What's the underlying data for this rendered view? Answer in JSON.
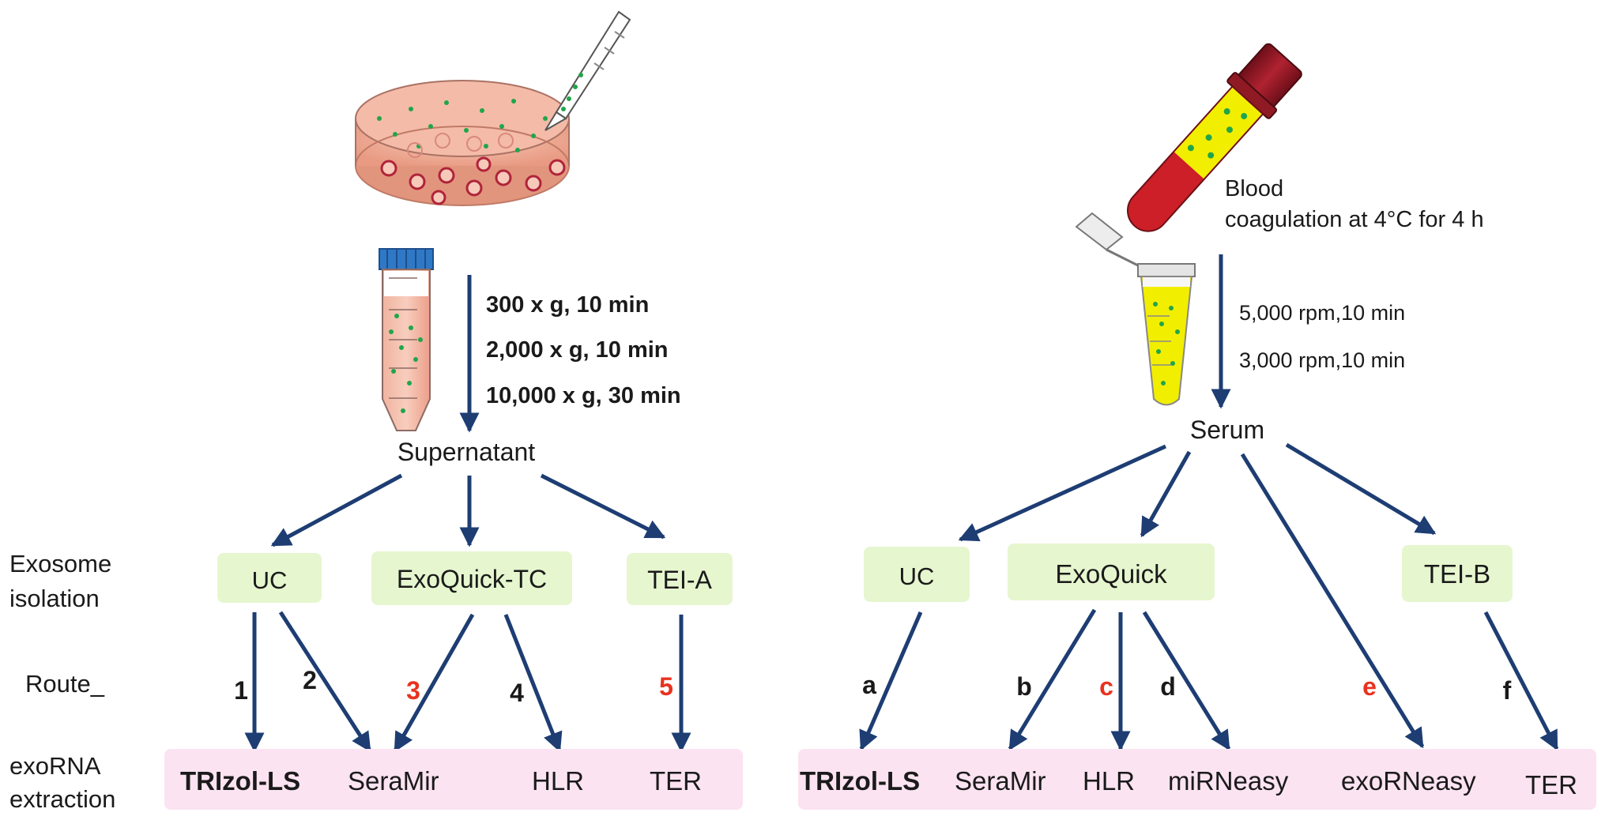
{
  "left": {
    "centrifugation_steps": [
      "300 x g, 10 min",
      "2,000 x g, 10 min",
      "10,000 x g, 30 min"
    ],
    "product": "Supernatant",
    "isolation_methods": [
      "UC",
      "ExoQuick-TC",
      "TEI-A"
    ],
    "routes": [
      {
        "label": "1",
        "highlight": false
      },
      {
        "label": "2",
        "highlight": false
      },
      {
        "label": "3",
        "highlight": true
      },
      {
        "label": "4",
        "highlight": false
      },
      {
        "label": "5",
        "highlight": true
      }
    ],
    "extraction_methods": [
      "TRIzol-LS",
      "SeraMir",
      "HLR",
      "TER"
    ]
  },
  "right": {
    "blood_label": "Blood",
    "coagulation_label": "coagulation at 4°C for 4 h",
    "centrifugation_steps": [
      "5,000 rpm,10 min",
      "3,000 rpm,10 min"
    ],
    "product": "Serum",
    "isolation_methods": [
      "UC",
      "ExoQuick",
      "TEI-B"
    ],
    "routes": [
      {
        "label": "a",
        "highlight": false
      },
      {
        "label": "b",
        "highlight": false
      },
      {
        "label": "c",
        "highlight": true
      },
      {
        "label": "d",
        "highlight": false
      },
      {
        "label": "e",
        "highlight": true
      },
      {
        "label": "f",
        "highlight": false
      }
    ],
    "extraction_methods": [
      "TRIzol-LS",
      "SeraMir",
      "HLR",
      "miRNeasy",
      "exoRNeasy",
      "TER"
    ]
  },
  "row_labels": {
    "isolation": [
      "Exosome",
      "isolation"
    ],
    "route": "Route_",
    "extraction": [
      "exoRNA",
      "extraction"
    ]
  },
  "colors": {
    "arrow": "#1d3d73",
    "isolation_box": "#e6f6cf",
    "extraction_box": "#fbe3f1",
    "highlight": "#e8321f",
    "dish_medium": "#eeaa94",
    "serum_yellow": "#f2ee00",
    "blood_red": "#cc1f28",
    "cap_red": "#8f1a24",
    "cap_blue": "#2f78c6",
    "dot_green": "#1fa64a"
  }
}
